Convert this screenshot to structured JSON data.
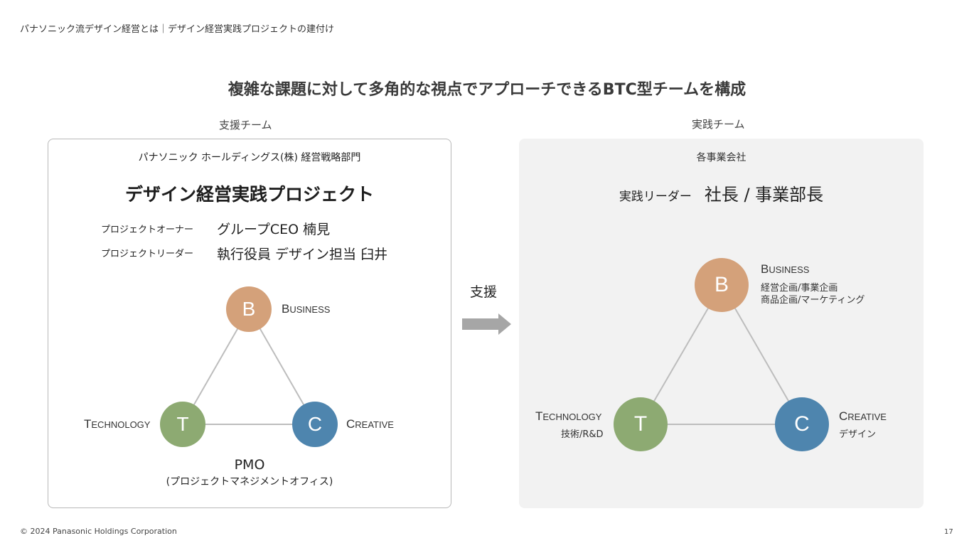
{
  "header": {
    "breadcrumb": "パナソニック流デザイン経営とは｜デザイン経営実践プロジェクトの建付け",
    "headline": "複雑な課題に対して多角的な視点でアプローチできるBTC型チームを構成"
  },
  "support_team": {
    "label": "支援チーム",
    "org": "パナソニック ホールディングス(株) 経営戦略部門",
    "project_title": "デザイン経営実践プロジェクト",
    "roles": [
      {
        "label": "プロジェクトオーナー",
        "value": "グループCEO 楠見"
      },
      {
        "label": "プロジェクトリーダー",
        "value": "執行役員 デザイン担当 臼井"
      }
    ],
    "nodes": {
      "b_letter": "B",
      "t_letter": "T",
      "c_letter": "C",
      "business_first": "B",
      "business_rest": "USINESS",
      "technology_first": "T",
      "technology_rest": "ECHNOLOGY",
      "creative_first": "C",
      "creative_rest": "REATIVE"
    },
    "pmo": "PMO",
    "pmo_sub": "(プロジェクトマネジメントオフィス)"
  },
  "arrow": {
    "label": "支援"
  },
  "practice_team": {
    "label": "実践チーム",
    "company": "各事業会社",
    "leader_label": "実践リーダー",
    "leader_value": "社長 / 事業部長",
    "nodes": {
      "b_letter": "B",
      "t_letter": "T",
      "c_letter": "C",
      "business_first": "B",
      "business_rest": "USINESS",
      "business_sub1": "経営企画/事業企画",
      "business_sub2": "商品企画/マーケティング",
      "technology_first": "T",
      "technology_rest": "ECHNOLOGY",
      "technology_sub": "技術/R&D",
      "creative_first": "C",
      "creative_rest": "REATIVE",
      "creative_sub": "デザイン"
    }
  },
  "footer": {
    "copyright": "© 2024 Panasonic Holdings Corporation",
    "page_number": "17"
  },
  "colors": {
    "business": "#d4a17a",
    "technology": "#8daa72",
    "creative": "#4e85ae",
    "arrow": "#a6a6a6",
    "practice_bg": "#f2f2f2"
  }
}
